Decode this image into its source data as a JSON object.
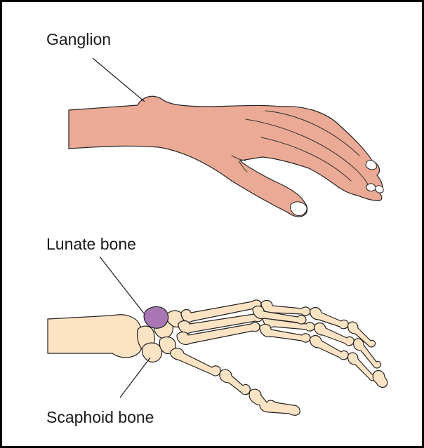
{
  "labels": {
    "ganglion": "Ganglion",
    "lunate": "Lunate bone",
    "scaphoid": "Scaphoid bone"
  },
  "colors": {
    "skin": "#EBAA95",
    "bone": "#FCE3C4",
    "lunate": "#A877B4",
    "nail": "#FFFFFF",
    "outline": "#222222",
    "frame": "#000000"
  }
}
